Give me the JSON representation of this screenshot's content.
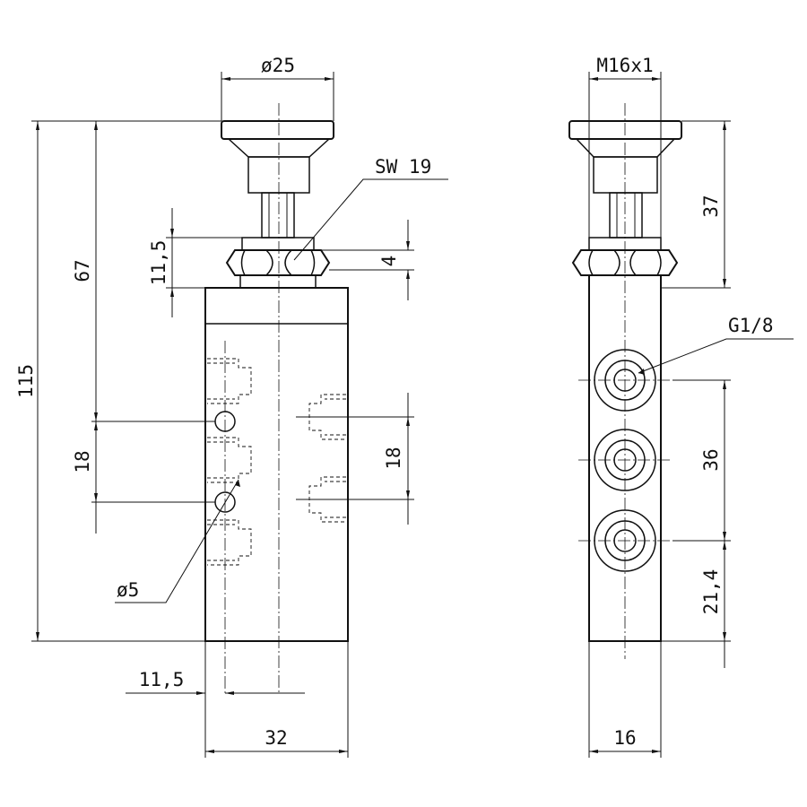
{
  "drawing": {
    "front_view": {
      "dim_button_diameter": "ø25",
      "dim_wrench_size": "SW 19",
      "dim_nut_height": "11,5",
      "dim_nut_offset": "4",
      "dim_total_height": "115",
      "dim_to_port": "67",
      "dim_port_pitch_left": "18",
      "dim_port_pitch_right": "18",
      "dim_hole_diameter": "ø5",
      "dim_hole_offset": "11,5",
      "dim_body_width": "32"
    },
    "side_view": {
      "dim_thread": "M16x1",
      "dim_button_height": "37",
      "dim_port_thread": "G1/8",
      "dim_port_pitch": "36",
      "dim_bottom_port": "21,4",
      "dim_body_thickness": "16"
    }
  }
}
